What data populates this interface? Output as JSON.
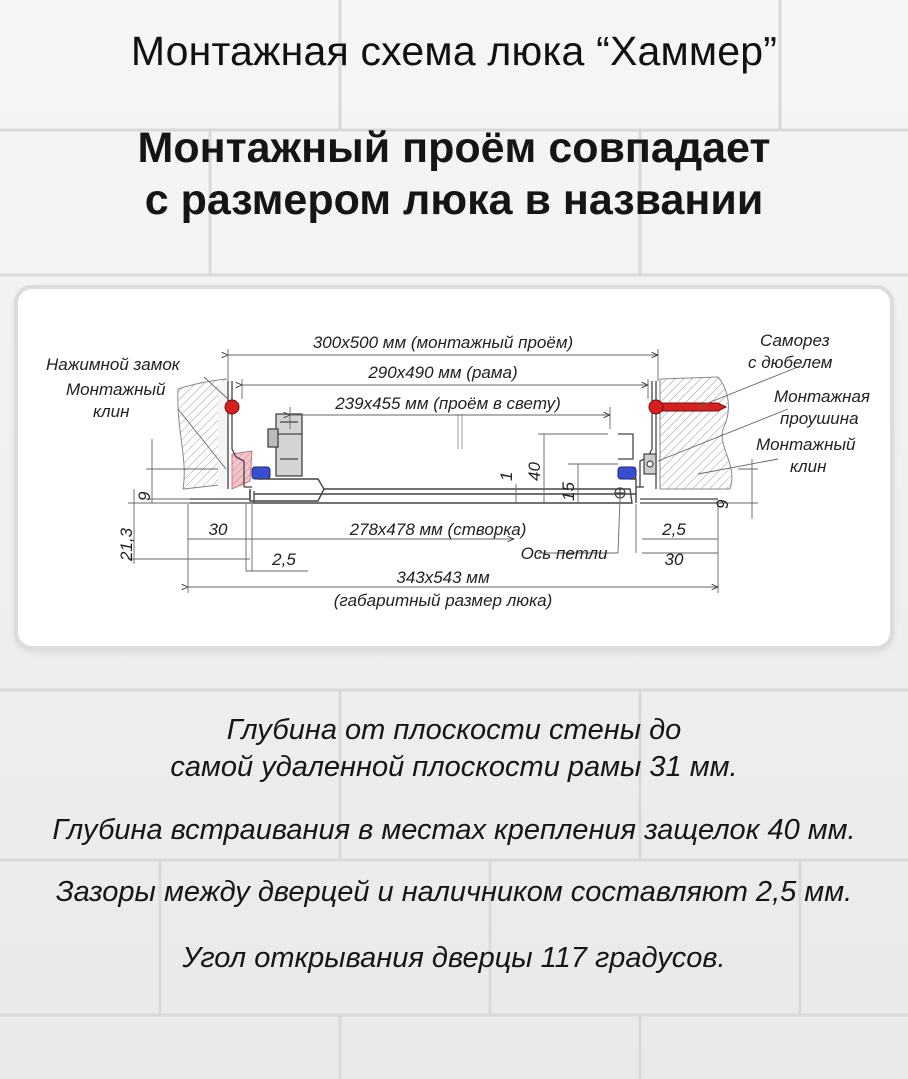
{
  "title": "Монтажная схема люка “Хаммер”",
  "subtitle": [
    "Монтажный проём совпадает",
    "с размером люка в названии"
  ],
  "diagram": {
    "labels": {
      "mounting_opening": "300х500 мм (монтажный проём)",
      "frame": "290х490 мм (рама)",
      "clear_opening": "239х455 мм (проём в свету)",
      "press_lock": "Нажимной замок",
      "mounting_wedge_left": [
        "Монтажный",
        "клин"
      ],
      "screw": [
        "Саморез",
        "с дюбелем"
      ],
      "mounting_lug": [
        "Монтажная",
        "проушина"
      ],
      "mounting_wedge_right": [
        "Монтажный",
        "клин"
      ],
      "door": "278х478 мм (створка)",
      "hinge_axis": "Ось петли",
      "overall": [
        "343х543 мм",
        "(габаритный размер люка)"
      ]
    },
    "dimensions": {
      "left_9": "9",
      "left_21_3": "21,3",
      "left_30": "30",
      "left_2_5": "2,5",
      "center_1": "1",
      "center_40": "40",
      "center_15": "15",
      "right_9": "9",
      "right_2_5": "2,5",
      "right_30": "30"
    }
  },
  "notes": [
    [
      "Глубина от плоскости стены до",
      "самой удаленной плоскости рамы 31 мм."
    ],
    [
      "Глубина встраивания в местах крепления защелок 40 мм."
    ],
    [
      "Зазоры между дверцей и наличником составляют 2,5 мм."
    ],
    [
      "Угол открывания дверцы 117 градусов."
    ]
  ],
  "colors": {
    "background": "#efefef",
    "panel": "#ffffff",
    "screw_red": "#d81f1f",
    "seal_blue": "#3a4fd0",
    "wedge_pink": "#f0b8c0"
  }
}
